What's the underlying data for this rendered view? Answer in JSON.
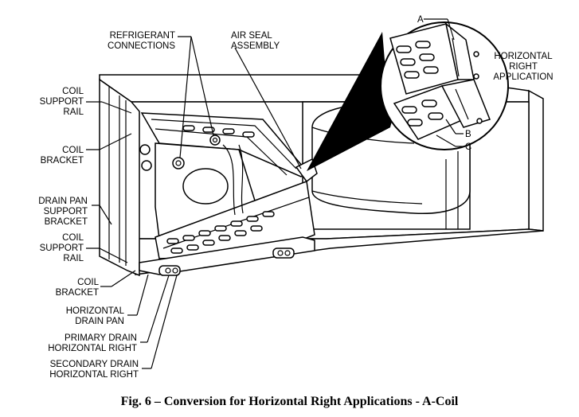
{
  "caption": "Fig. 6 – Conversion for Horizontal Right Applications - A-Coil",
  "labels": {
    "refrigerant": [
      "REFRIGERANT",
      "CONNECTIONS"
    ],
    "air_seal": [
      "AIR SEAL",
      "ASSEMBLY"
    ],
    "coil_support_rail_top": [
      "COIL",
      "SUPPORT",
      "RAIL"
    ],
    "coil_bracket_top": [
      "COIL",
      "BRACKET"
    ],
    "drain_pan_support_bracket": [
      "DRAIN PAN",
      "SUPPORT",
      "BRACKET"
    ],
    "coil_support_rail_bottom": [
      "COIL",
      "SUPPORT",
      "RAIL"
    ],
    "coil_bracket_bottom": [
      "COIL",
      "BRACKET"
    ],
    "horizontal_drain_pan": [
      "HORIZONTAL",
      "DRAIN PAN"
    ],
    "primary_drain": [
      "PRIMARY DRAIN",
      "HORIZONTAL RIGHT"
    ],
    "secondary_drain": [
      "SECONDARY DRAIN",
      "HORIZONTAL RIGHT"
    ],
    "horizontal_right_application": [
      "HORIZONTAL",
      "RIGHT",
      "APPLICATION"
    ],
    "callout_a": "A",
    "callout_b": "B",
    "callout_c": "C"
  }
}
